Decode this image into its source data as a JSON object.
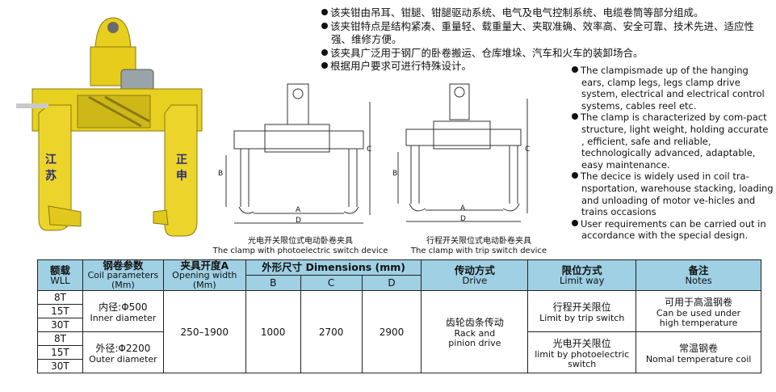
{
  "photo": {
    "left_mark": "江苏",
    "right_mark": "正申"
  },
  "bullets_cn": [
    "该夹钳由吊耳、钳腿、钳腿驱动系统、电气及电气控制系统、电缆卷筒等部分组成。",
    "该夹钳特点是结构紧凑、重量轻、载重量大、夹取准确、效率高、安全可靠、技术先进、适应性强、维修方便。",
    "该夹具广泛用于钢厂的卧卷搬运、仓库堆垛、汽车和火车的装卸场合。",
    "根据用户要求可进行特殊设计。"
  ],
  "bullets_en": [
    "The clampismade up of the hanging ears, clamp legs, legs clamp drive system, electrical and electrical control systems, cables reel etc.",
    "The clamp is characterized by com-pact structure, light weight, holding accurate , efficient, safe and reliable, technologically advanced, adaptable, easy maintenance.",
    "The decice is widely used in coil tra-nsportation, warehouse stacking, loading and unloading of motor ve-hicles and trains occasions",
    "User requirements can be carried out in accordance with the special design."
  ],
  "diagram1": {
    "caption_cn": "光电开关限位式电动卧卷夹具",
    "caption_en": "The clamp with photoelectric switch device",
    "labels": {
      "a": "A",
      "b": "B",
      "c": "C",
      "d": "D"
    }
  },
  "diagram2": {
    "caption_cn": "行程开关限位式电动卧卷夹具",
    "caption_en": "The clamp with trip switch device",
    "labels": {
      "a": "A",
      "b": "B",
      "c": "C",
      "d": "D"
    }
  },
  "table": {
    "h_wll_cn": "额载",
    "h_wll_en": "WLL",
    "h_coil_cn": "钢卷参数",
    "h_coil_en1": "Coil parameters",
    "h_coil_en2": "(Mm)",
    "h_open_cn": "夹具开度A",
    "h_open_en1": "Opening width",
    "h_open_en2": "(Mm)",
    "h_dim_cn": "外形尺寸 Dimensions (mm)",
    "h_b": "B",
    "h_c": "C",
    "h_d": "D",
    "h_drive_cn": "传动方式",
    "h_drive_en": "Drive",
    "h_limit_cn": "限位方式",
    "h_limit_en": "Limit way",
    "h_notes_cn": "备注",
    "h_notes_en": "Notes",
    "wll": [
      "8T",
      "15T",
      "30T",
      "8T",
      "15T",
      "30T"
    ],
    "coil1_cn": "内径:Φ500",
    "coil1_en": "Inner diameter",
    "coil2_cn": "外径:Φ2200",
    "coil2_en": "Outer diameter",
    "opening": "250–1900",
    "b": "1000",
    "c": "2700",
    "d": "2900",
    "drive_cn": "齿轮齿条传动",
    "drive_en1": "Rack and",
    "drive_en2": "pinion drive",
    "limit1_cn": "行程开关限位",
    "limit1_en": "Limit by trip switch",
    "limit2_cn": "光电开关限位",
    "limit2_en1": "limit by photoelectric",
    "limit2_en2": "switch",
    "note1_cn": "可用于高温钢卷",
    "note1_en1": "Can be used under",
    "note1_en2": "high temperature",
    "note2_cn": "常温钢卷",
    "note2_en": "Nomal temperature coil"
  }
}
